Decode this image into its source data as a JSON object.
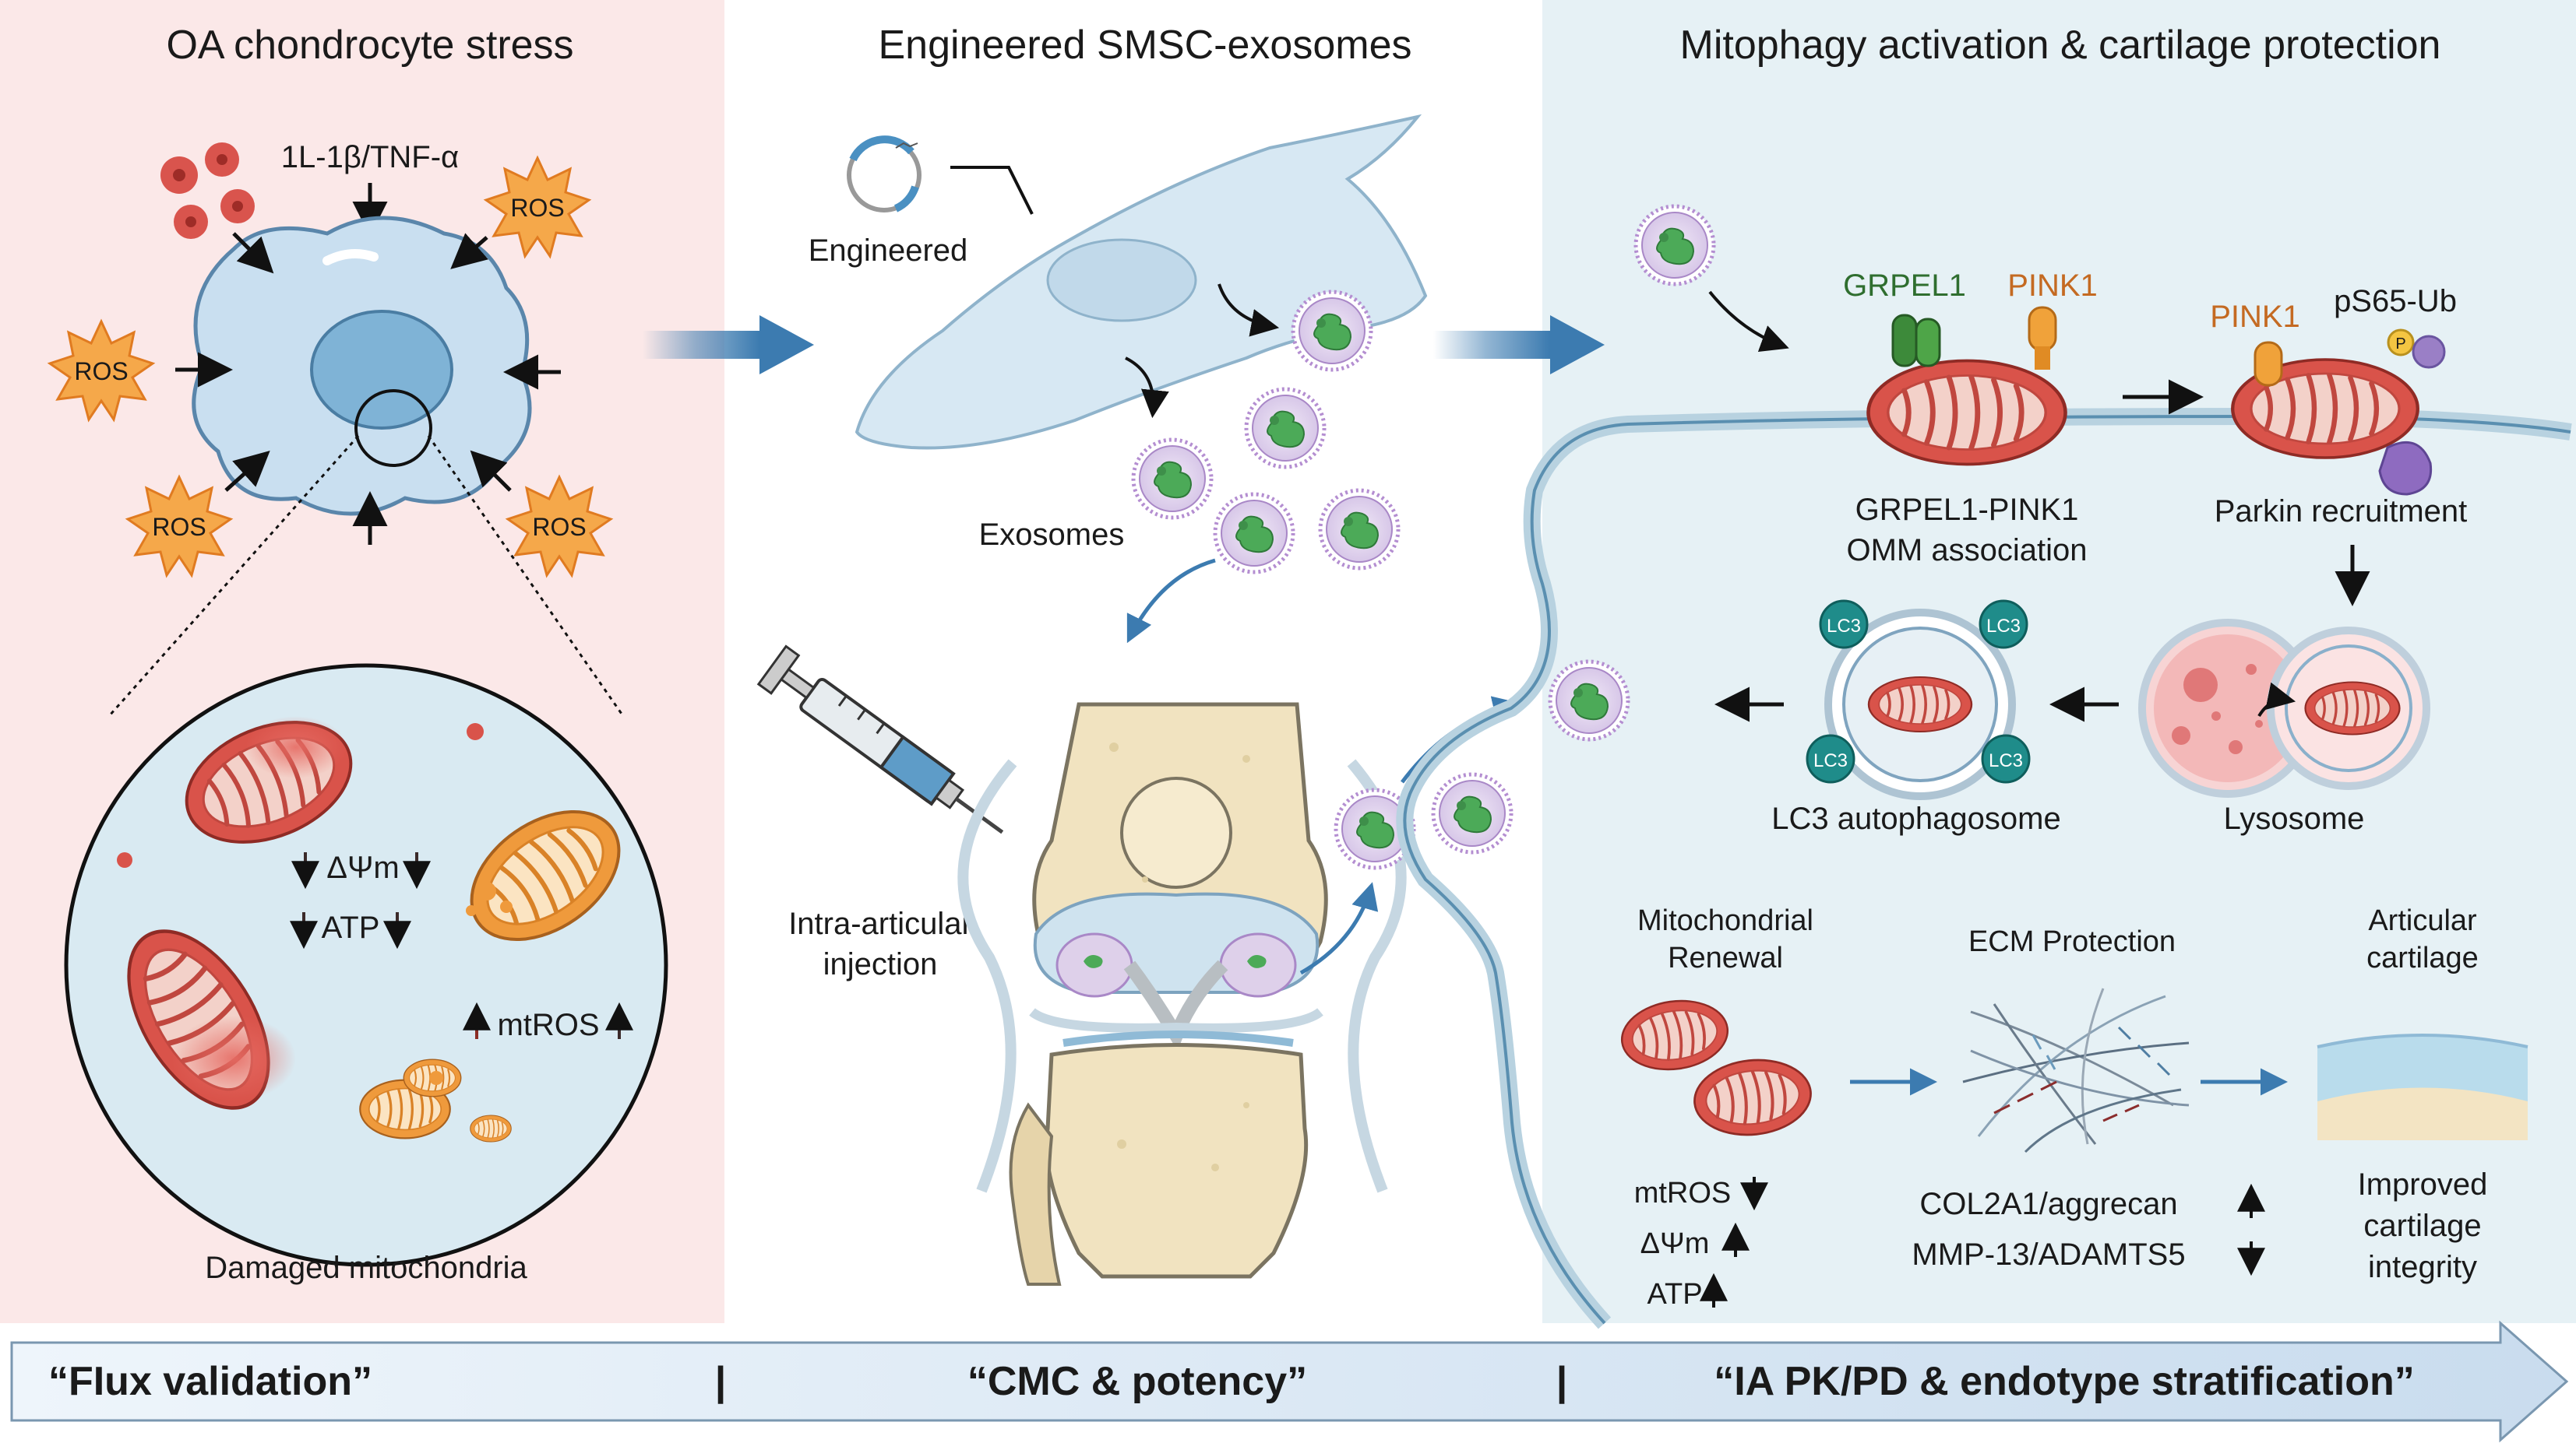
{
  "panels": {
    "left": {
      "title": "OA chondrocyte stress"
    },
    "middle": {
      "title": "Engineered SMSC-exosomes"
    },
    "right": {
      "title": "Mitophagy activation & cartilage protection"
    }
  },
  "left": {
    "cytokine_label": "1L-1β/TNF-α",
    "ros_label": "ROS",
    "dpsi": "ΔΨm",
    "atp": "ATP",
    "mtros": "mtROS",
    "caption": "Damaged mitochondria"
  },
  "middle": {
    "engineered_label": "Engineered",
    "exosomes_label": "Exosomes",
    "injection_line1": "Intra-articular",
    "injection_line2": "injection"
  },
  "right": {
    "grpel1": "GRPEL1",
    "pink1": "PINK1",
    "pink1_b": "PINK1",
    "ps65": "pS65-Ub",
    "p_badge": "P",
    "assoc_line1": "GRPEL1-PINK1",
    "assoc_line2": "OMM association",
    "parkin": "Parkin recruitment",
    "lysosome": "Lysosome",
    "lc3": "LC3",
    "autophagosome": "LC3 autophagosome",
    "renewal_line1": "Mitochondrial",
    "renewal_line2": "Renewal",
    "ecm": "ECM Protection",
    "cartilage_line1": "Articular",
    "cartilage_line2": "cartilage",
    "mtros": "mtROS",
    "dpsi": "ΔΨm",
    "atp": "ATP",
    "col2a1": "COL2A1/aggrecan",
    "mmp": "MMP-13/ADAMTS5",
    "improved_line1": "Improved",
    "improved_line2": "cartilage",
    "improved_line3": "integrity"
  },
  "banner": {
    "item1": "“FIux validation”",
    "sep1": "|",
    "item2": "“CMC & potency”",
    "sep2": "|",
    "item3": "“IA PK/PD & endotype stratification”"
  },
  "colors": {
    "left_panel_bg": "#fbe8e8",
    "right_panel_bg": "#e6f1f5",
    "mito_red": "#d9534a",
    "mito_orange": "#ef9a3c",
    "ros_orange": "#f5a84a",
    "arrow_blue": "#3c7bb0",
    "grpel1_green": "#3d8a3a",
    "pink1_orange": "#d9742a",
    "lc3_teal": "#1f8c8a"
  }
}
